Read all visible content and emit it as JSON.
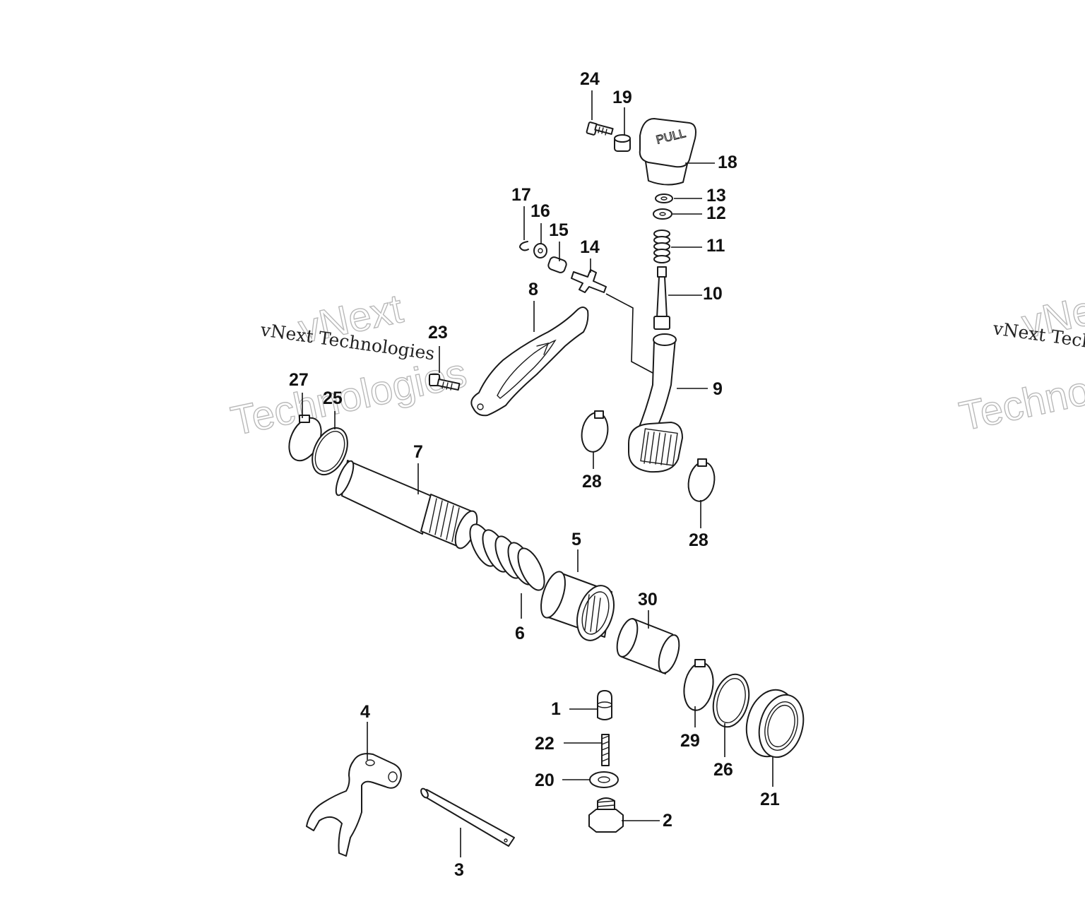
{
  "watermark": {
    "brand_line1": "vNext",
    "brand_line2": "Technologies",
    "caption": "vNext Technologies"
  },
  "callouts": [
    "1",
    "2",
    "3",
    "4",
    "5",
    "6",
    "7",
    "8",
    "9",
    "10",
    "11",
    "12",
    "13",
    "14",
    "15",
    "16",
    "17",
    "18",
    "19",
    "20",
    "21",
    "22",
    "23",
    "24",
    "25",
    "26",
    "27",
    "28",
    "28",
    "29",
    "30"
  ],
  "knob_text": "PULL"
}
